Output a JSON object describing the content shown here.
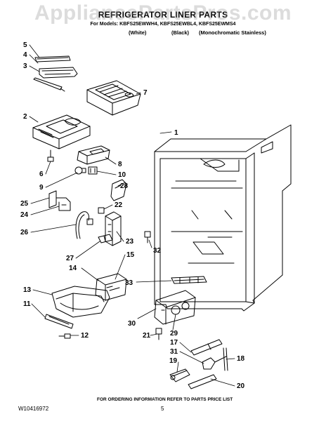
{
  "watermark": "AppliancePartsPros.com",
  "header": {
    "title": "REFRIGERATOR LINER PARTS",
    "models": "For Models: KBFS25EWWH4, KBFS25EWBL4, KBFS25EWMS4",
    "variant_white": "(White)",
    "variant_black": "(Black)",
    "variant_stainless": "(Monochromatic Stainless)"
  },
  "callouts": [
    "1",
    "2",
    "3",
    "4",
    "5",
    "6",
    "7",
    "8",
    "9",
    "10",
    "11",
    "12",
    "13",
    "14",
    "15",
    "17",
    "18",
    "19",
    "20",
    "21",
    "22",
    "23",
    "24",
    "25",
    "26",
    "27",
    "28",
    "29",
    "30",
    "31",
    "32",
    "33"
  ],
  "footer": {
    "order_info": "FOR ORDERING INFORMATION REFER TO PARTS PRICE LIST",
    "doc_number": "W10416972",
    "page_number": "5"
  },
  "colors": {
    "line": "#000000",
    "watermark": "#9a9a9a",
    "background": "#ffffff"
  }
}
